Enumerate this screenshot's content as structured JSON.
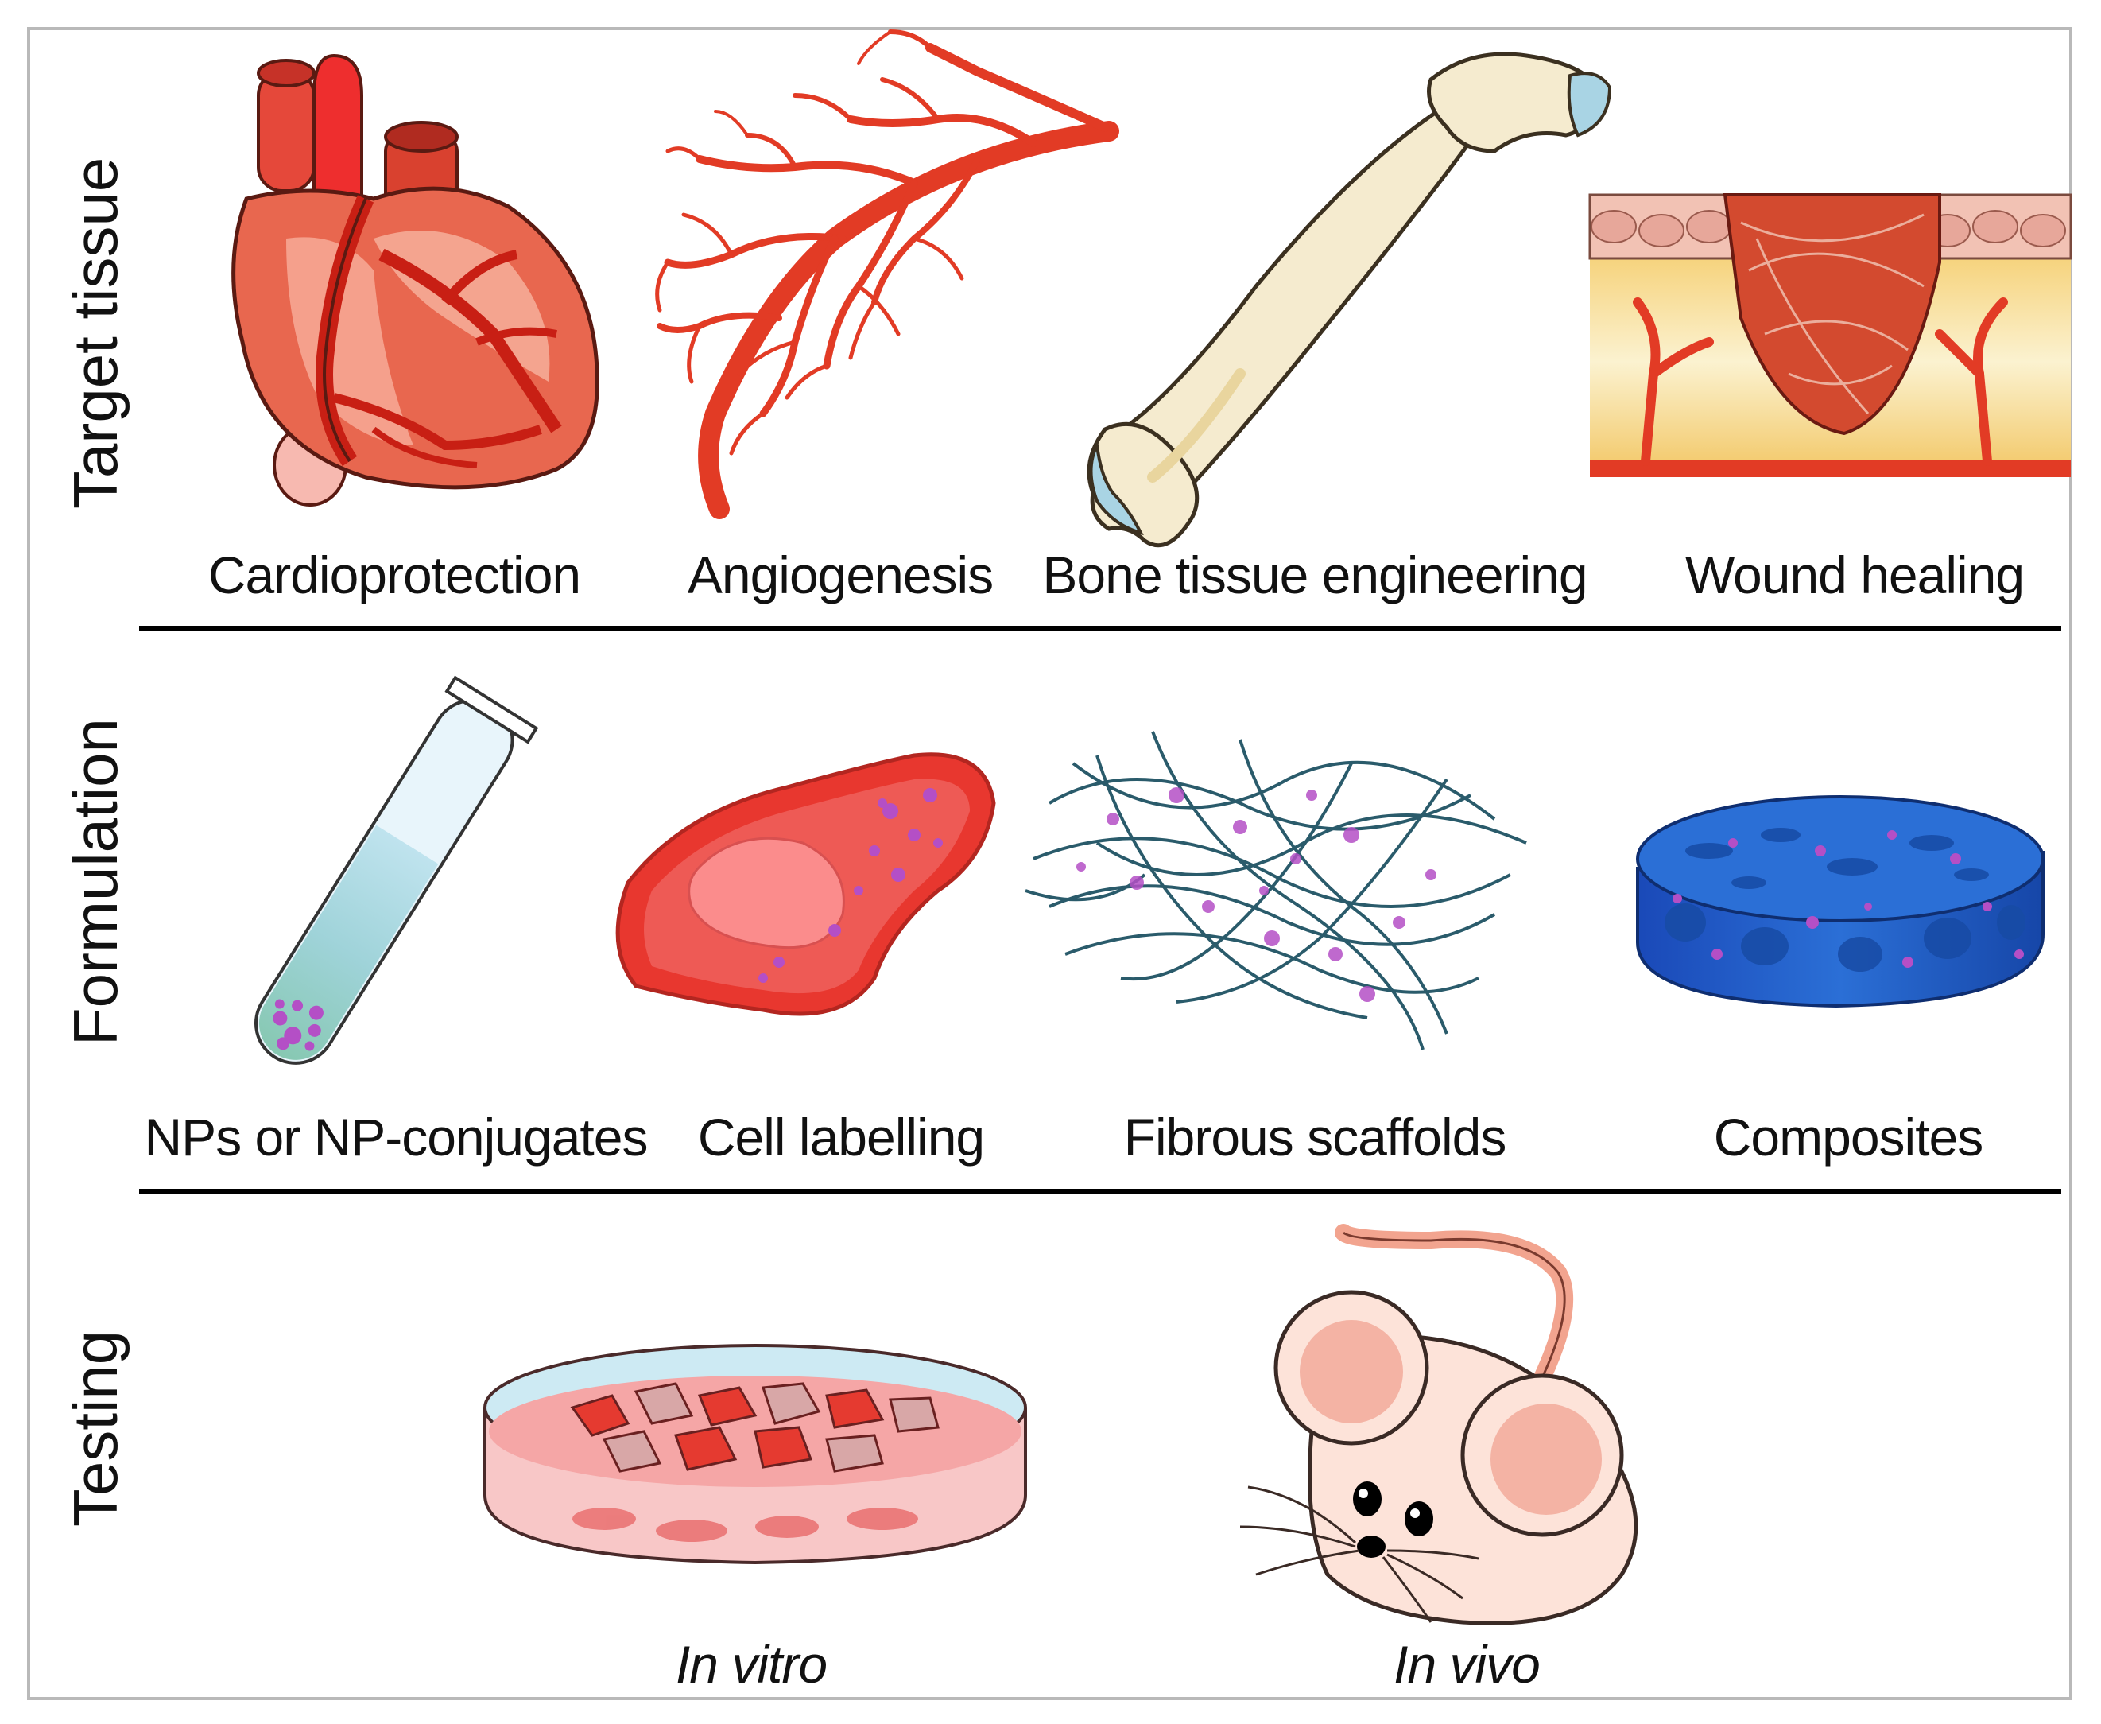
{
  "rows": [
    {
      "label": "Target tissue",
      "items": [
        {
          "caption": "Cardioprotection",
          "icon": "heart-icon"
        },
        {
          "caption": "Angiogenesis",
          "icon": "blood-vessel-icon"
        },
        {
          "caption": "Bone tissue engineering",
          "icon": "bone-icon"
        },
        {
          "caption": "Wound healing",
          "icon": "skin-wound-icon"
        }
      ]
    },
    {
      "label": "Formulation",
      "items": [
        {
          "caption": "NPs or NP-conjugates",
          "icon": "test-tube-icon"
        },
        {
          "caption": "Cell labelling",
          "icon": "labelled-cell-icon"
        },
        {
          "caption": "Fibrous scaffolds",
          "icon": "fibrous-scaffold-icon"
        },
        {
          "caption": "Composites",
          "icon": "composite-disc-icon"
        }
      ]
    },
    {
      "label": "Testing",
      "items": [
        {
          "caption": "In vitro",
          "icon": "petri-dish-icon"
        },
        {
          "caption": "In vivo",
          "icon": "mouse-icon"
        }
      ]
    }
  ],
  "colors": {
    "tissue_red": "#e8392c",
    "heart": "#e8674f",
    "bone": "#f5ebcf",
    "cartilage": "#a9d4e4",
    "particles": "#b44fc6",
    "composite": "#1f5fc9",
    "fibers": "#2a5b6b",
    "mouse": "#fde3d9",
    "divider": "#000000"
  }
}
